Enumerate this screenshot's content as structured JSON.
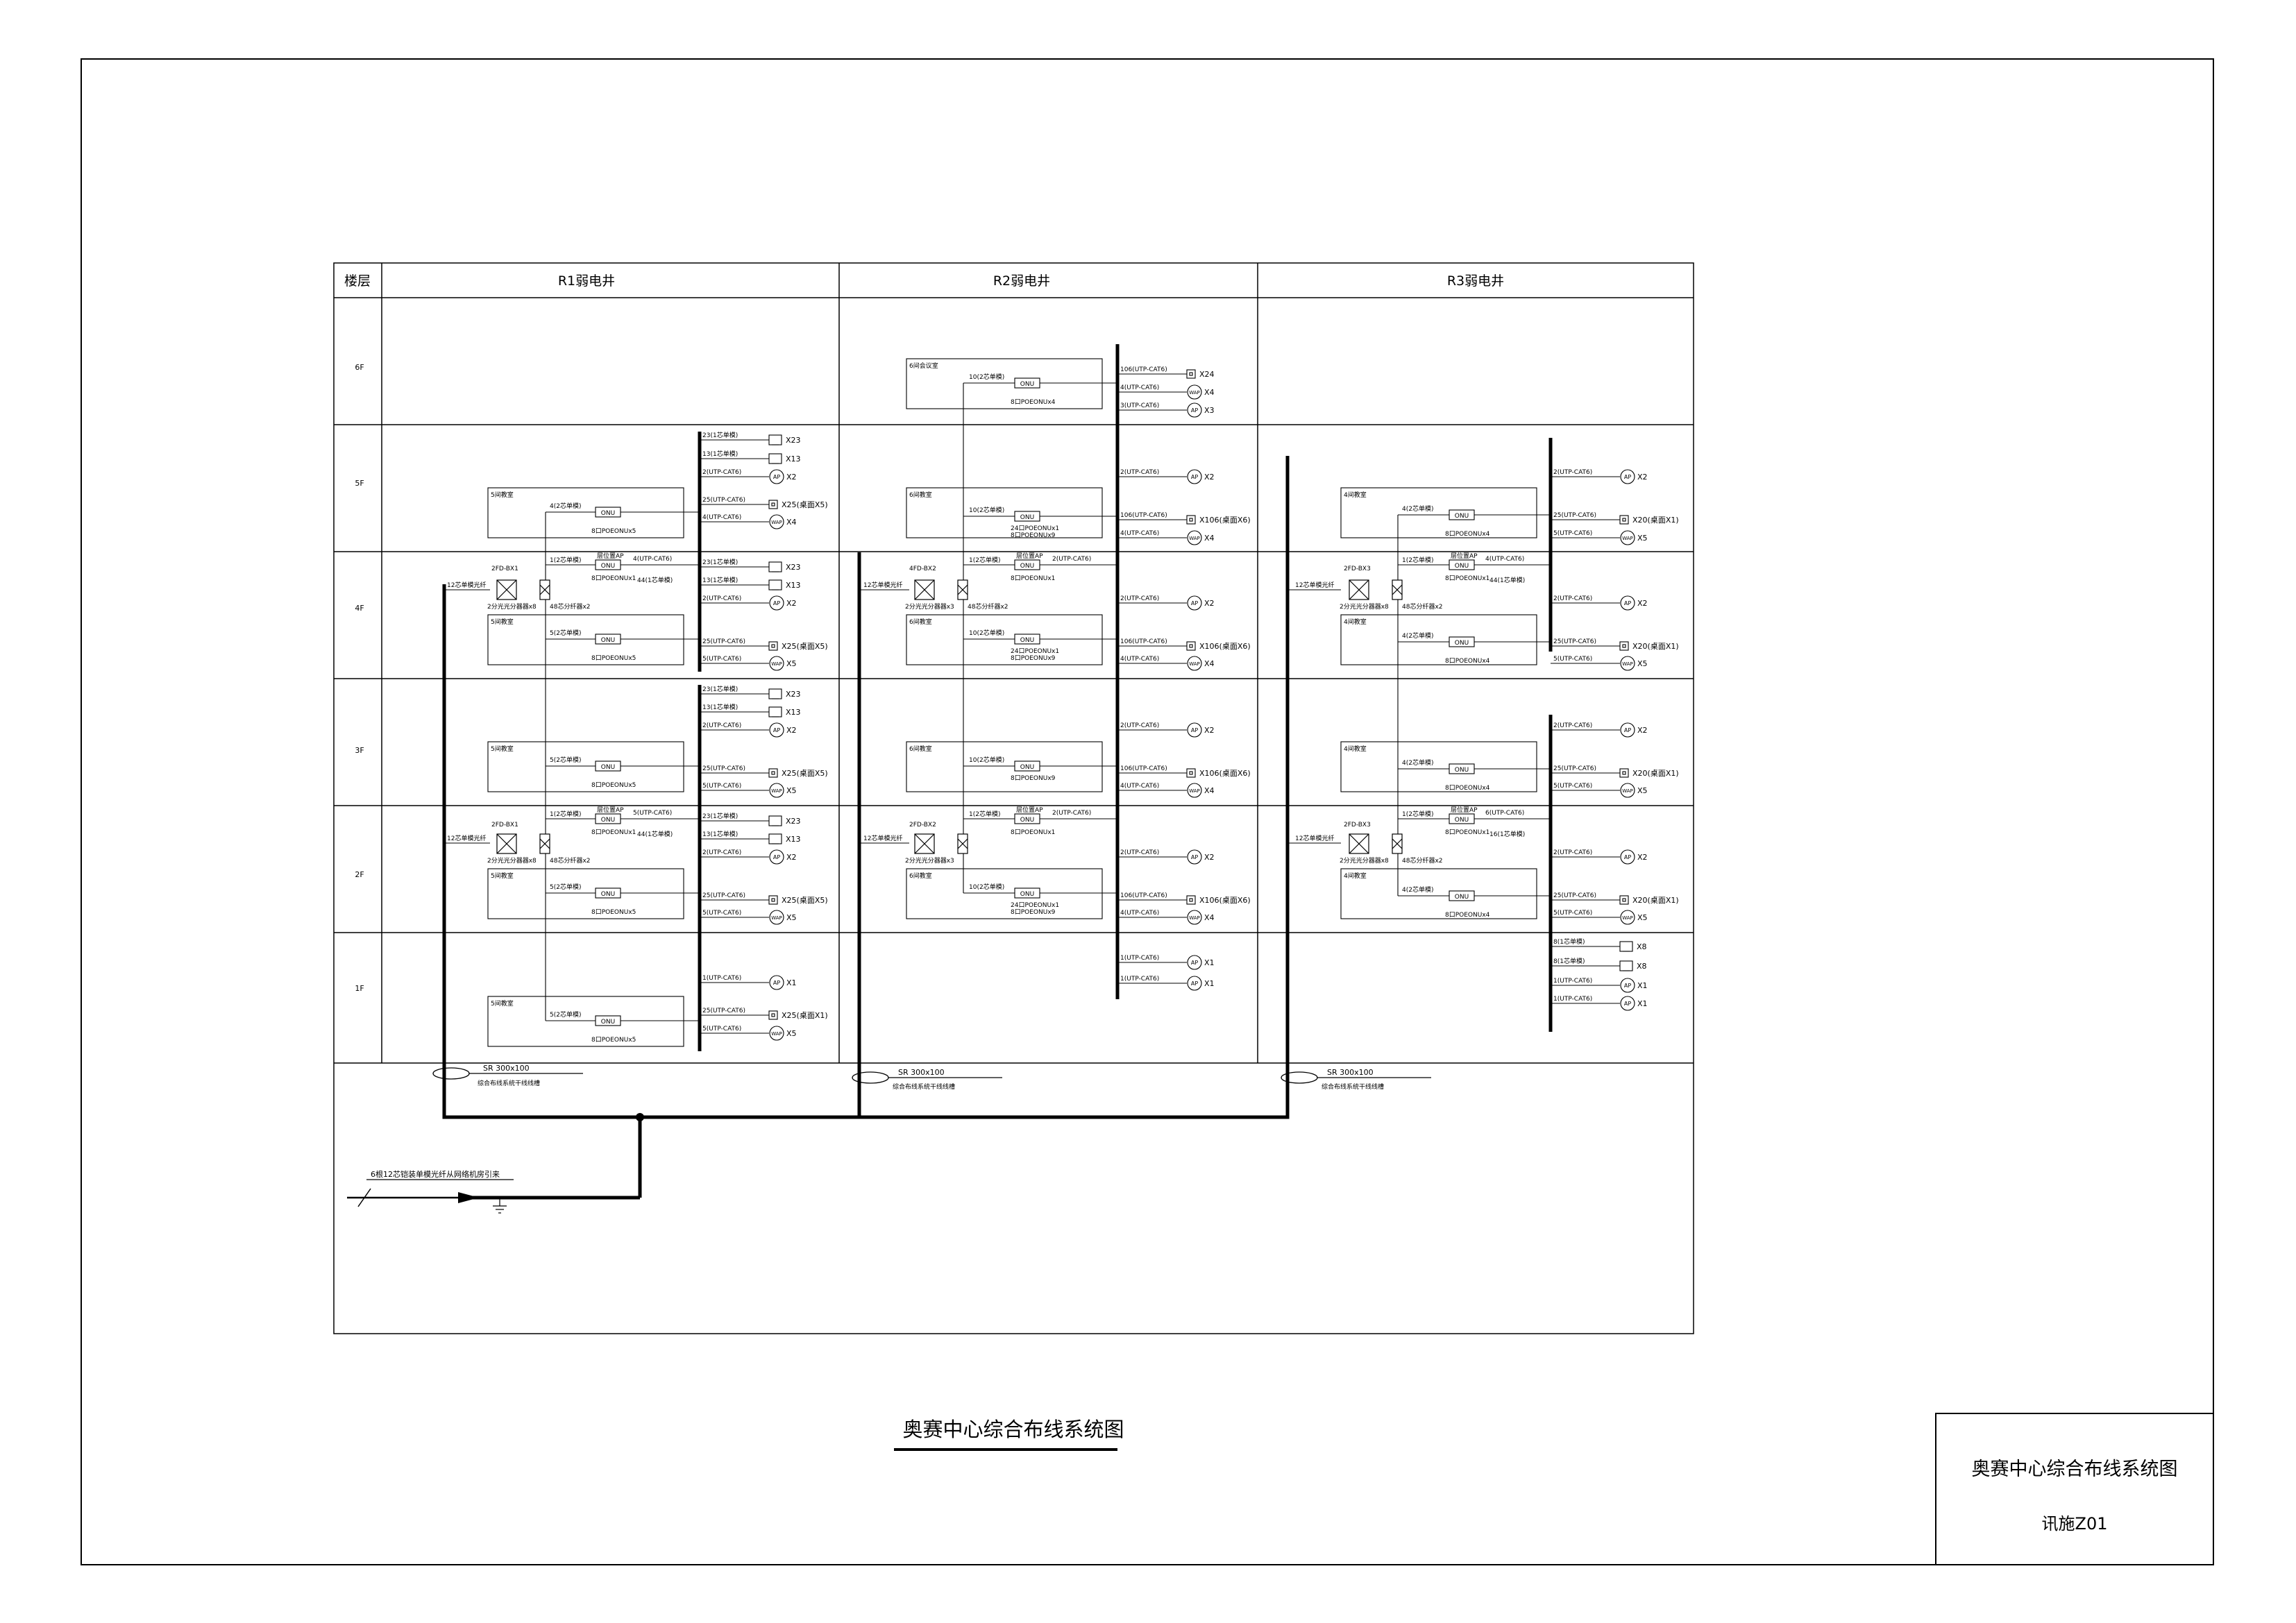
{
  "header": {
    "floor": "楼层",
    "columns": [
      "R1弱电井",
      "R2弱电井",
      "R3弱电井"
    ]
  },
  "floors": [
    "6F",
    "5F",
    "4F",
    "3F",
    "2F",
    "1F"
  ],
  "title": {
    "diagram": "奥赛中心综合布线系统图",
    "block_title": "奥赛中心综合布线系统图",
    "drawing_no": "讯施Z01"
  },
  "labels": {
    "onu": "ONU",
    "fiber_12": "12芯单模光纤",
    "splitter_r1": "2FD-BX1",
    "splitter_r2_4f": "4FD-BX2",
    "splitter_r2_2f": "2FD-BX2",
    "splitter_r3": "2FD-BX3",
    "splitter_cnt_r1": "2分光光分器器x8",
    "splitter_cnt_r2": "2分光光分器器x3",
    "splitter_cnt_r3": "2分光光分器器x8",
    "splitter_48": "48芯分纤器x2",
    "room_r1": "5间教室",
    "room_r2": "6间教室",
    "room_r3": "4间教室",
    "room_r2_6f": "6间会议室",
    "c1": "1(2芯单模)",
    "c4": "4(2芯单模)",
    "c5": "5(2芯单模)",
    "c10": "10(2芯单模)",
    "onu_note_top": "层位置AP",
    "onu_note_mid": "ONU",
    "onu_8x5": "8口POEONUx5",
    "onu_8x4": "8口POEONUx4",
    "onu_8x9": "8口POEONUx9",
    "onu_24x1": "24口POEONUx1",
    "onu_8x1": "8口POEONUx1",
    "c23": "23(1芯单模)",
    "c13": "13(1芯单模)",
    "c44": "44(1芯单模)",
    "c16": "16(1芯单模)",
    "c8": "8(1芯单模)",
    "u1": "1(UTP-CAT6)",
    "u2": "2(UTP-CAT6)",
    "u3": "3(UTP-CAT6)",
    "u4": "4(UTP-CAT6)",
    "u5": "5(UTP-CAT6)",
    "u6": "6(UTP-CAT6)",
    "u25": "25(UTP-CAT6)",
    "u106": "106(UTP-CAT6)",
    "ap": "AP",
    "wap": "WAP",
    "x1": "X1",
    "x2": "X2",
    "x3": "X3",
    "x4": "X4",
    "x5": "X5",
    "x8": "X8",
    "x13": "X13",
    "x23": "X23",
    "x24": "X24",
    "x25_5": "X25(桌面X5)",
    "x25_1": "X25(桌面X1)",
    "x106_6": "X106(桌面X6)",
    "x20_1": "X20(桌面X1)",
    "sr": "SR 300x100",
    "tray": "综合布线系统干线线槽",
    "incoming": "6根12芯铠装单模光纤从网络机房引来"
  }
}
